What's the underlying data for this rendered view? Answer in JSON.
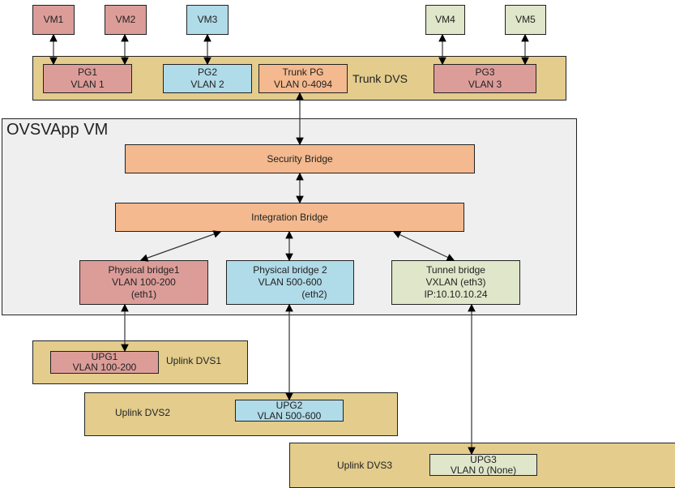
{
  "vms": [
    "VM1",
    "VM2",
    "VM3",
    "VM4",
    "VM5"
  ],
  "trunk_dvs": {
    "label": "Trunk DVS",
    "pgs": [
      {
        "name": "PG1",
        "vlan": "VLAN 1"
      },
      {
        "name": "PG2",
        "vlan": "VLAN 2"
      },
      {
        "name": "Trunk PG",
        "vlan": "VLAN 0-4094"
      },
      {
        "name": "PG3",
        "vlan": "VLAN 3"
      }
    ]
  },
  "ovsvapp": {
    "title": "OVSVApp VM",
    "security_bridge": "Security Bridge",
    "integration_bridge": "Integration Bridge",
    "bridges": [
      {
        "l1": "Physical bridge1",
        "l2": "VLAN 100-200",
        "l3": "(eth1)"
      },
      {
        "l1": "Physical bridge 2",
        "l2": "VLAN 500-600",
        "l3": "(eth2)"
      },
      {
        "l1": "Tunnel bridge",
        "l2": "VXLAN (eth3)",
        "l3": "IP:10.10.10.24"
      }
    ]
  },
  "uplinks": [
    {
      "label": "Uplink DVS1",
      "upg": "UPG1",
      "vlan": "VLAN 100-200"
    },
    {
      "label": "Uplink DVS2",
      "upg": "UPG2",
      "vlan": "VLAN 500-600"
    },
    {
      "label": "Uplink DVS3",
      "upg": "UPG3",
      "vlan": "VLAN 0 (None)"
    }
  ],
  "colors": {
    "red": "#dc9d99",
    "blue": "#b0dbe8",
    "orange": "#f4b98e",
    "green": "#dfe6c9",
    "tan": "#e3cc8c",
    "vm_bg": "#efefef"
  }
}
